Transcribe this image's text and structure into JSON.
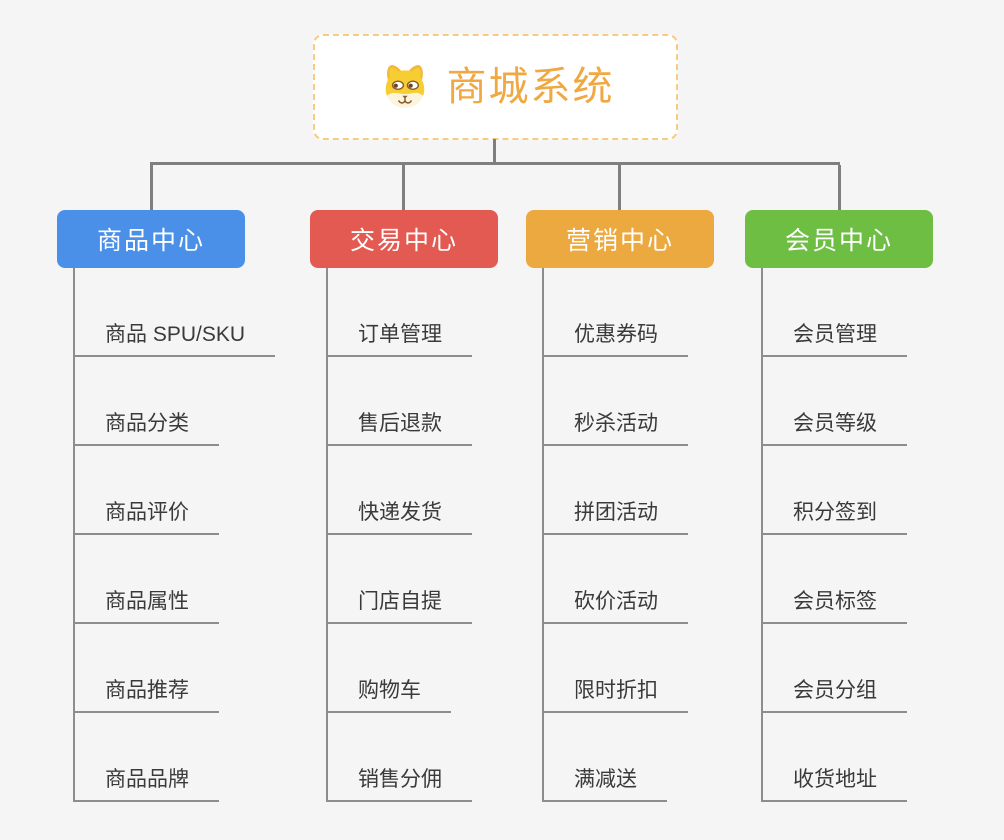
{
  "root": {
    "title": "商城系统",
    "icon": "dog-face-icon",
    "border_color": "#f7cb81",
    "title_color": "#f0a843"
  },
  "branches": [
    {
      "label": "商品中心",
      "color": "#4a90e8",
      "children": [
        "商品 SPU/SKU",
        "商品分类",
        "商品评价",
        "商品属性",
        "商品推荐",
        "商品品牌"
      ]
    },
    {
      "label": "交易中心",
      "color": "#e35a52",
      "children": [
        "订单管理",
        "售后退款",
        "快递发货",
        "门店自提",
        "购物车",
        "销售分佣"
      ]
    },
    {
      "label": "营销中心",
      "color": "#eba93f",
      "children": [
        "优惠券码",
        "秒杀活动",
        "拼团活动",
        "砍价活动",
        "限时折扣",
        "满减送"
      ]
    },
    {
      "label": "会员中心",
      "color": "#6fbe44",
      "children": [
        "会员管理",
        "会员等级",
        "积分签到",
        "会员标签",
        "会员分组",
        "收货地址"
      ]
    }
  ],
  "connector_color": "#7f7f7f"
}
